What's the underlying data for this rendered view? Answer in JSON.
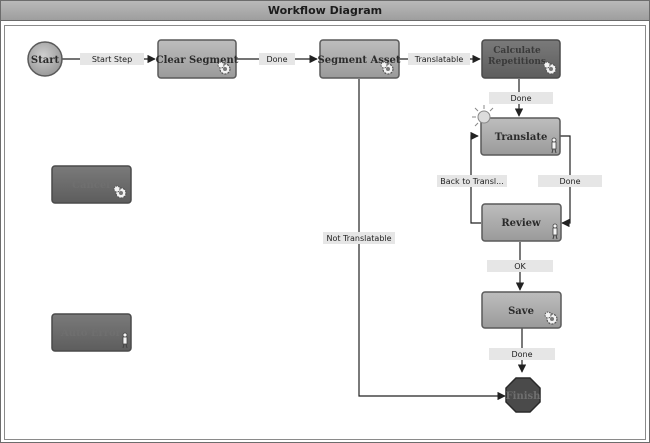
{
  "window": {
    "title": "Workflow Diagram"
  },
  "nodes": {
    "start": {
      "label": "Start"
    },
    "clear_segment": {
      "label": "Clear Segment"
    },
    "segment_asset": {
      "label": "Segment Asset"
    },
    "calculate_repetitions": {
      "label": "Calculate Repetitions"
    },
    "translate": {
      "label": "Translate"
    },
    "review": {
      "label": "Review"
    },
    "save": {
      "label": "Save"
    },
    "cancel": {
      "label": "Cancel"
    },
    "auto_error": {
      "label": "Auto Error"
    },
    "finish": {
      "label": "Finish"
    }
  },
  "edges": {
    "start_step": "Start Step",
    "done_1": "Done",
    "translatable": "Translatable",
    "done_2": "Done",
    "back_to_translate": "Back to Transl...",
    "done_3": "Done",
    "ok": "OK",
    "done_4": "Done",
    "not_translatable": "Not Translatable"
  },
  "icons": {
    "gear": "gear-icon",
    "person": "person-icon",
    "sun": "sun-icon"
  },
  "colors": {
    "node_fill": "#a9a9a9",
    "node_fill_dark": "#6b6b6b",
    "node_border": "#5a5a5a",
    "edge": "#222222",
    "edge_label_bg": "#e6e6e6",
    "finish_fill": "#4a4a4a"
  }
}
